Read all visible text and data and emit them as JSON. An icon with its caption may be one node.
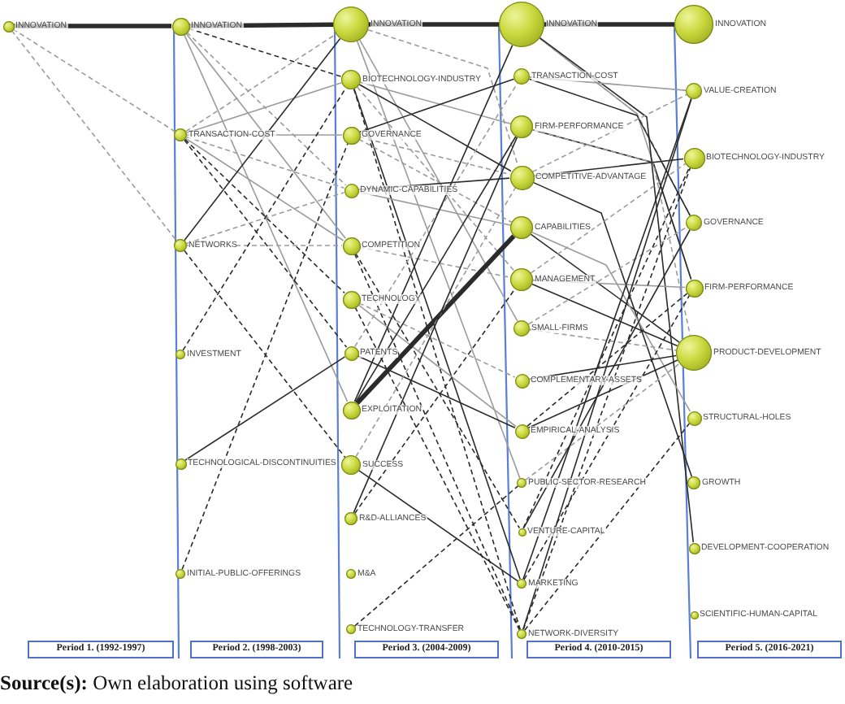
{
  "diagram": {
    "caption": "**Source(s):** Own elaboration using software",
    "nodes": [
      {
        "text": [
          "INNOVATION"
        ]
      },
      {
        "text": [
          "INNOVATION"
        ]
      },
      {
        "text": [
          "TRANSACTION-COST"
        ]
      },
      {
        "text": [
          "NETWORKS"
        ]
      },
      {
        "text": [
          "INVESTMENT"
        ]
      },
      {
        "text": [
          "TECHNOLOGICAL-DISCONTINUITIES"
        ]
      },
      {
        "text": [
          "INITIAL-PUBLIC-OFFERINGS"
        ]
      },
      {
        "text": [
          "INNOVATION"
        ]
      },
      {
        "text": [
          "BIOTECHNOLOGY-INDUSTRY"
        ]
      },
      {
        "text": [
          "GOVERNANCE"
        ]
      },
      {
        "text": [
          "DYNAMIC-CAPABILITIES"
        ]
      },
      {
        "text": [
          "COMPETITION"
        ]
      },
      {
        "text": [
          "TECHNOLOGY"
        ]
      },
      {
        "text": [
          "PATENTS"
        ]
      },
      {
        "text": [
          "EXPLOITATION"
        ]
      },
      {
        "text": [
          "SUCCESS"
        ]
      },
      {
        "text": [
          "R&D-ALLIANCES"
        ]
      },
      {
        "text": [
          "M&A"
        ]
      },
      {
        "text": [
          "TECHNOLOGY-TRANSFER"
        ]
      },
      {
        "text": [
          "INNOVATION"
        ]
      },
      {
        "text": [
          "TRANSACTION-COST"
        ]
      },
      {
        "text": [
          "FIRM-PERFORMANCE"
        ]
      },
      {
        "text": [
          "COMPETITIVE-ADVANTAGE"
        ]
      },
      {
        "text": [
          "CAPABILITIES"
        ]
      },
      {
        "text": [
          "MANAGEMENT"
        ]
      },
      {
        "text": [
          "SMALL-FIRMS"
        ]
      },
      {
        "text": [
          "COMPLEMENTARY-ASSETS"
        ]
      },
      {
        "text": [
          "EMPIRICAL-ANALYSIS"
        ]
      },
      {
        "text": [
          "PUBLIC-SECTOR-RESEARCH"
        ]
      },
      {
        "text": [
          "VENTURE-CAPITAL"
        ]
      },
      {
        "text": [
          "MARKETING"
        ]
      },
      {
        "text": [
          "NETWORK-DIVERSITY"
        ]
      },
      {
        "text": [
          "INNOVATION"
        ]
      },
      {
        "text": [
          "VALUE-CREATION"
        ]
      },
      {
        "text": [
          "BIOTECHNOLOGY-INDUSTRY"
        ]
      },
      {
        "text": [
          "GOVERNANCE"
        ]
      },
      {
        "text": [
          "FIRM-PERFORMANCE"
        ]
      },
      {
        "text": [
          "PRODUCT-DEVELOPMENT"
        ]
      },
      {
        "text": [
          "STRUCTURAL-HOLES"
        ]
      },
      {
        "text": [
          "GROWTH"
        ]
      },
      {
        "text": [
          "DEVELOPMENT-COOPERATION"
        ]
      },
      {
        "text": [
          "SCIENTIFIC-HUMAN-CAPITAL"
        ]
      },
      {
        "text": [
          "Period 1. (1992-1997)"
        ]
      },
      {
        "text": [
          "Period 2. (1998-2003)"
        ]
      },
      {
        "text": [
          "Period 3. (2004-2009)"
        ]
      },
      {
        "text": [
          "Period 4. (2010-2015)"
        ]
      },
      {
        "text": [
          "Period 5. (2016-2021)"
        ]
      }
    ],
    "edges": [
      {
        "from": 0,
        "to": 1,
        "arrow": "none",
        "style": "thick"
      },
      {
        "from": 0,
        "to": 2,
        "arrow": "none",
        "style": "dashed",
        "color": "#9c9c9c"
      },
      {
        "from": 0,
        "to": 3,
        "arrow": "none",
        "style": "dashed",
        "color": "#9c9c9c"
      },
      {
        "from": 1,
        "to": 7,
        "arrow": "none",
        "style": "thick"
      },
      {
        "from": 1,
        "to": 8,
        "arrow": "none",
        "style": "dashed"
      },
      {
        "from": 1,
        "to": 10,
        "arrow": "none",
        "style": "dashed",
        "color": "#9c9c9c"
      },
      {
        "from": 1,
        "to": 11,
        "arrow": "none",
        "color": "#9c9c9c"
      },
      {
        "from": 1,
        "to": 14,
        "arrow": "none",
        "color": "#9c9c9c"
      },
      {
        "from": 2,
        "to": 7,
        "arrow": "none",
        "style": "dashed",
        "color": "#9c9c9c"
      },
      {
        "from": 2,
        "to": 8,
        "arrow": "none",
        "color": "#9c9c9c"
      },
      {
        "from": 2,
        "to": 9,
        "arrow": "none",
        "color": "#9c9c9c"
      },
      {
        "from": 2,
        "to": 10,
        "arrow": "none",
        "style": "dashed",
        "color": "#9c9c9c"
      },
      {
        "from": 2,
        "to": 11,
        "arrow": "none",
        "color": "#9c9c9c"
      },
      {
        "from": 2,
        "to": 12,
        "arrow": "none",
        "style": "dashed"
      },
      {
        "from": 2,
        "to": 13,
        "arrow": "none",
        "style": "dashed"
      },
      {
        "from": 3,
        "to": 7,
        "arrow": "none"
      },
      {
        "from": 3,
        "to": 10,
        "arrow": "none",
        "style": "dashed",
        "color": "#9c9c9c"
      },
      {
        "from": 3,
        "to": 11,
        "arrow": "none",
        "style": "dashed",
        "color": "#9c9c9c"
      },
      {
        "from": 3,
        "to": 15,
        "arrow": "none",
        "style": "dashed"
      },
      {
        "from": 4,
        "to": 8,
        "arrow": "none",
        "style": "dashed"
      },
      {
        "from": 5,
        "to": 13,
        "arrow": "none"
      },
      {
        "from": 6,
        "to": 9,
        "arrow": "none",
        "style": "dashed"
      },
      {
        "from": 7,
        "to": 19,
        "arrow": "none",
        "style": "thick"
      },
      {
        "from": 7,
        "to": 22,
        "arrow": "none",
        "style": "dashed",
        "color": "#9c9c9c"
      },
      {
        "from": 7,
        "to": 25,
        "arrow": "none",
        "color": "#9c9c9c"
      },
      {
        "from": 7,
        "to": 28,
        "arrow": "none",
        "color": "#9c9c9c"
      },
      {
        "from": 8,
        "to": 21,
        "arrow": "none",
        "color": "#9c9c9c"
      },
      {
        "from": 8,
        "to": 22,
        "arrow": "none"
      },
      {
        "from": 8,
        "to": 24,
        "arrow": "none",
        "style": "dashed",
        "color": "#9c9c9c"
      },
      {
        "from": 8,
        "to": 30,
        "arrow": "none"
      },
      {
        "from": 8,
        "to": 31,
        "arrow": "none",
        "style": "dashed"
      },
      {
        "from": 9,
        "to": 20,
        "arrow": "none"
      },
      {
        "from": 9,
        "to": 22,
        "arrow": "none",
        "style": "dashed",
        "color": "#9c9c9c"
      },
      {
        "from": 9,
        "to": 23,
        "arrow": "none",
        "style": "dashed",
        "color": "#9c9c9c"
      },
      {
        "from": 10,
        "to": 22,
        "arrow": "none"
      },
      {
        "from": 10,
        "to": 23,
        "arrow": "none",
        "color": "#9c9c9c"
      },
      {
        "from": 11,
        "to": 24,
        "arrow": "none",
        "style": "dashed",
        "color": "#9c9c9c"
      },
      {
        "from": 11,
        "to": 29,
        "arrow": "none",
        "style": "dashed"
      },
      {
        "from": 11,
        "to": 31,
        "arrow": "none",
        "style": "dashed"
      },
      {
        "from": 12,
        "to": 26,
        "arrow": "none",
        "style": "dashed",
        "color": "#9c9c9c"
      },
      {
        "from": 12,
        "to": 27,
        "arrow": "none",
        "color": "#9c9c9c"
      },
      {
        "from": 12,
        "to": 31,
        "arrow": "none",
        "style": "dashed"
      },
      {
        "from": 13,
        "to": 20,
        "arrow": "none",
        "style": "dashed",
        "color": "#9c9c9c"
      },
      {
        "from": 13,
        "to": 27,
        "arrow": "none"
      },
      {
        "from": 14,
        "to": 19,
        "arrow": "none"
      },
      {
        "from": 14,
        "to": 21,
        "arrow": "none"
      },
      {
        "from": 14,
        "to": 23,
        "arrow": "none",
        "style": "thick"
      },
      {
        "from": 15,
        "to": 22,
        "arrow": "none",
        "style": "dashed",
        "color": "#9c9c9c"
      },
      {
        "from": 15,
        "to": 30,
        "arrow": "none"
      },
      {
        "from": 16,
        "to": 21,
        "arrow": "none"
      },
      {
        "from": 16,
        "to": 24,
        "arrow": "none",
        "style": "dashed"
      },
      {
        "from": 18,
        "to": 28,
        "arrow": "none",
        "style": "dashed"
      },
      {
        "from": 19,
        "to": 32,
        "arrow": "none",
        "style": "thick"
      },
      {
        "from": 19,
        "to": 35,
        "arrow": "none",
        "style": "dashed",
        "color": "#9c9c9c"
      },
      {
        "from": 19,
        "to": 36,
        "arrow": "none",
        "color": "#9c9c9c"
      },
      {
        "from": 19,
        "to": 40,
        "arrow": "none"
      },
      {
        "from": 20,
        "to": 33,
        "arrow": "none",
        "color": "#9c9c9c"
      },
      {
        "from": 20,
        "to": 35,
        "arrow": "none"
      },
      {
        "from": 21,
        "to": 36,
        "arrow": "none"
      },
      {
        "from": 21,
        "to": 37,
        "arrow": "none",
        "style": "dashed",
        "color": "#9c9c9c"
      },
      {
        "from": 22,
        "to": 33,
        "arrow": "none",
        "style": "dashed",
        "color": "#9c9c9c"
      },
      {
        "from": 22,
        "to": 34,
        "arrow": "none"
      },
      {
        "from": 22,
        "to": 39,
        "arrow": "none"
      },
      {
        "from": 23,
        "to": 37,
        "arrow": "none"
      },
      {
        "from": 23,
        "to": 38,
        "arrow": "none",
        "color": "#9c9c9c"
      },
      {
        "from": 24,
        "to": 34,
        "arrow": "none",
        "style": "dashed",
        "color": "#9c9c9c"
      },
      {
        "from": 24,
        "to": 36,
        "arrow": "none",
        "color": "#9c9c9c"
      },
      {
        "from": 24,
        "to": 37,
        "arrow": "none"
      },
      {
        "from": 25,
        "to": 35,
        "arrow": "none",
        "style": "dashed",
        "color": "#9c9c9c"
      },
      {
        "from": 25,
        "to": 37,
        "arrow": "none",
        "style": "dashed",
        "color": "#9c9c9c"
      },
      {
        "from": 26,
        "to": 37,
        "arrow": "none"
      },
      {
        "from": 27,
        "to": 36,
        "arrow": "none",
        "style": "dashed"
      },
      {
        "from": 27,
        "to": 37,
        "arrow": "none"
      },
      {
        "from": 28,
        "to": 37,
        "arrow": "none",
        "style": "dashed",
        "color": "#9c9c9c"
      },
      {
        "from": 29,
        "to": 34,
        "arrow": "none",
        "style": "dashed"
      },
      {
        "from": 29,
        "to": 35,
        "arrow": "none"
      },
      {
        "from": 30,
        "to": 33,
        "arrow": "none"
      },
      {
        "from": 30,
        "to": 36,
        "arrow": "none",
        "style": "dashed"
      },
      {
        "from": 31,
        "to": 33,
        "arrow": "none"
      },
      {
        "from": 31,
        "to": 34,
        "arrow": "none",
        "style": "dashed"
      },
      {
        "from": 31,
        "to": 38,
        "arrow": "none",
        "style": "dashed"
      }
    ]
  }
}
